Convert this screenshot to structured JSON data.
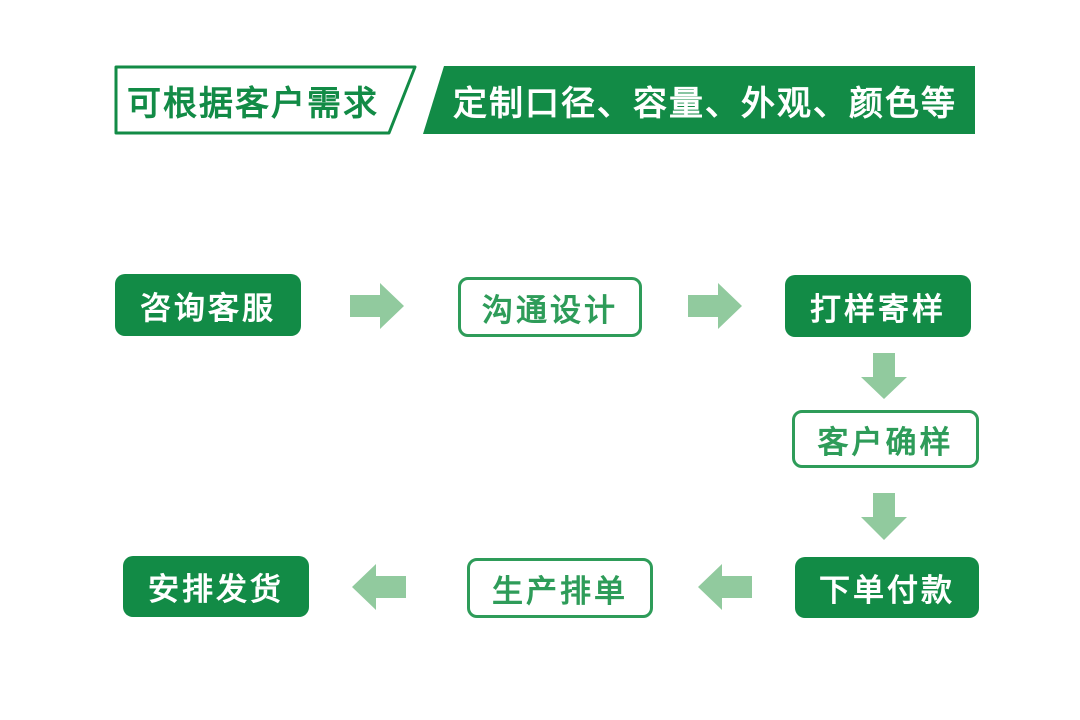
{
  "header": {
    "left_label": "可根据客户需求",
    "right_label": "定制口径、容量、外观、颜色等"
  },
  "flow": {
    "steps": [
      {
        "label": "咨询客服",
        "style": "filled"
      },
      {
        "label": "沟通设计",
        "style": "outline"
      },
      {
        "label": "打样寄样",
        "style": "filled"
      },
      {
        "label": "客户确样",
        "style": "outline"
      },
      {
        "label": "下单付款",
        "style": "filled"
      },
      {
        "label": "生产排单",
        "style": "outline"
      },
      {
        "label": "安排发货",
        "style": "filled"
      }
    ],
    "arrows": [
      {
        "from": "咨询客服",
        "to": "沟通设计",
        "direction": "right"
      },
      {
        "from": "沟通设计",
        "to": "打样寄样",
        "direction": "right"
      },
      {
        "from": "打样寄样",
        "to": "客户确样",
        "direction": "down"
      },
      {
        "from": "客户确样",
        "to": "下单付款",
        "direction": "down"
      },
      {
        "from": "下单付款",
        "to": "生产排单",
        "direction": "left"
      },
      {
        "from": "生产排单",
        "to": "安排发货",
        "direction": "left"
      }
    ]
  },
  "colors": {
    "dark_green": "#128b46",
    "outline_green": "#2e9c59",
    "arrow_green": "#91ca9e",
    "background": "#ffffff"
  }
}
